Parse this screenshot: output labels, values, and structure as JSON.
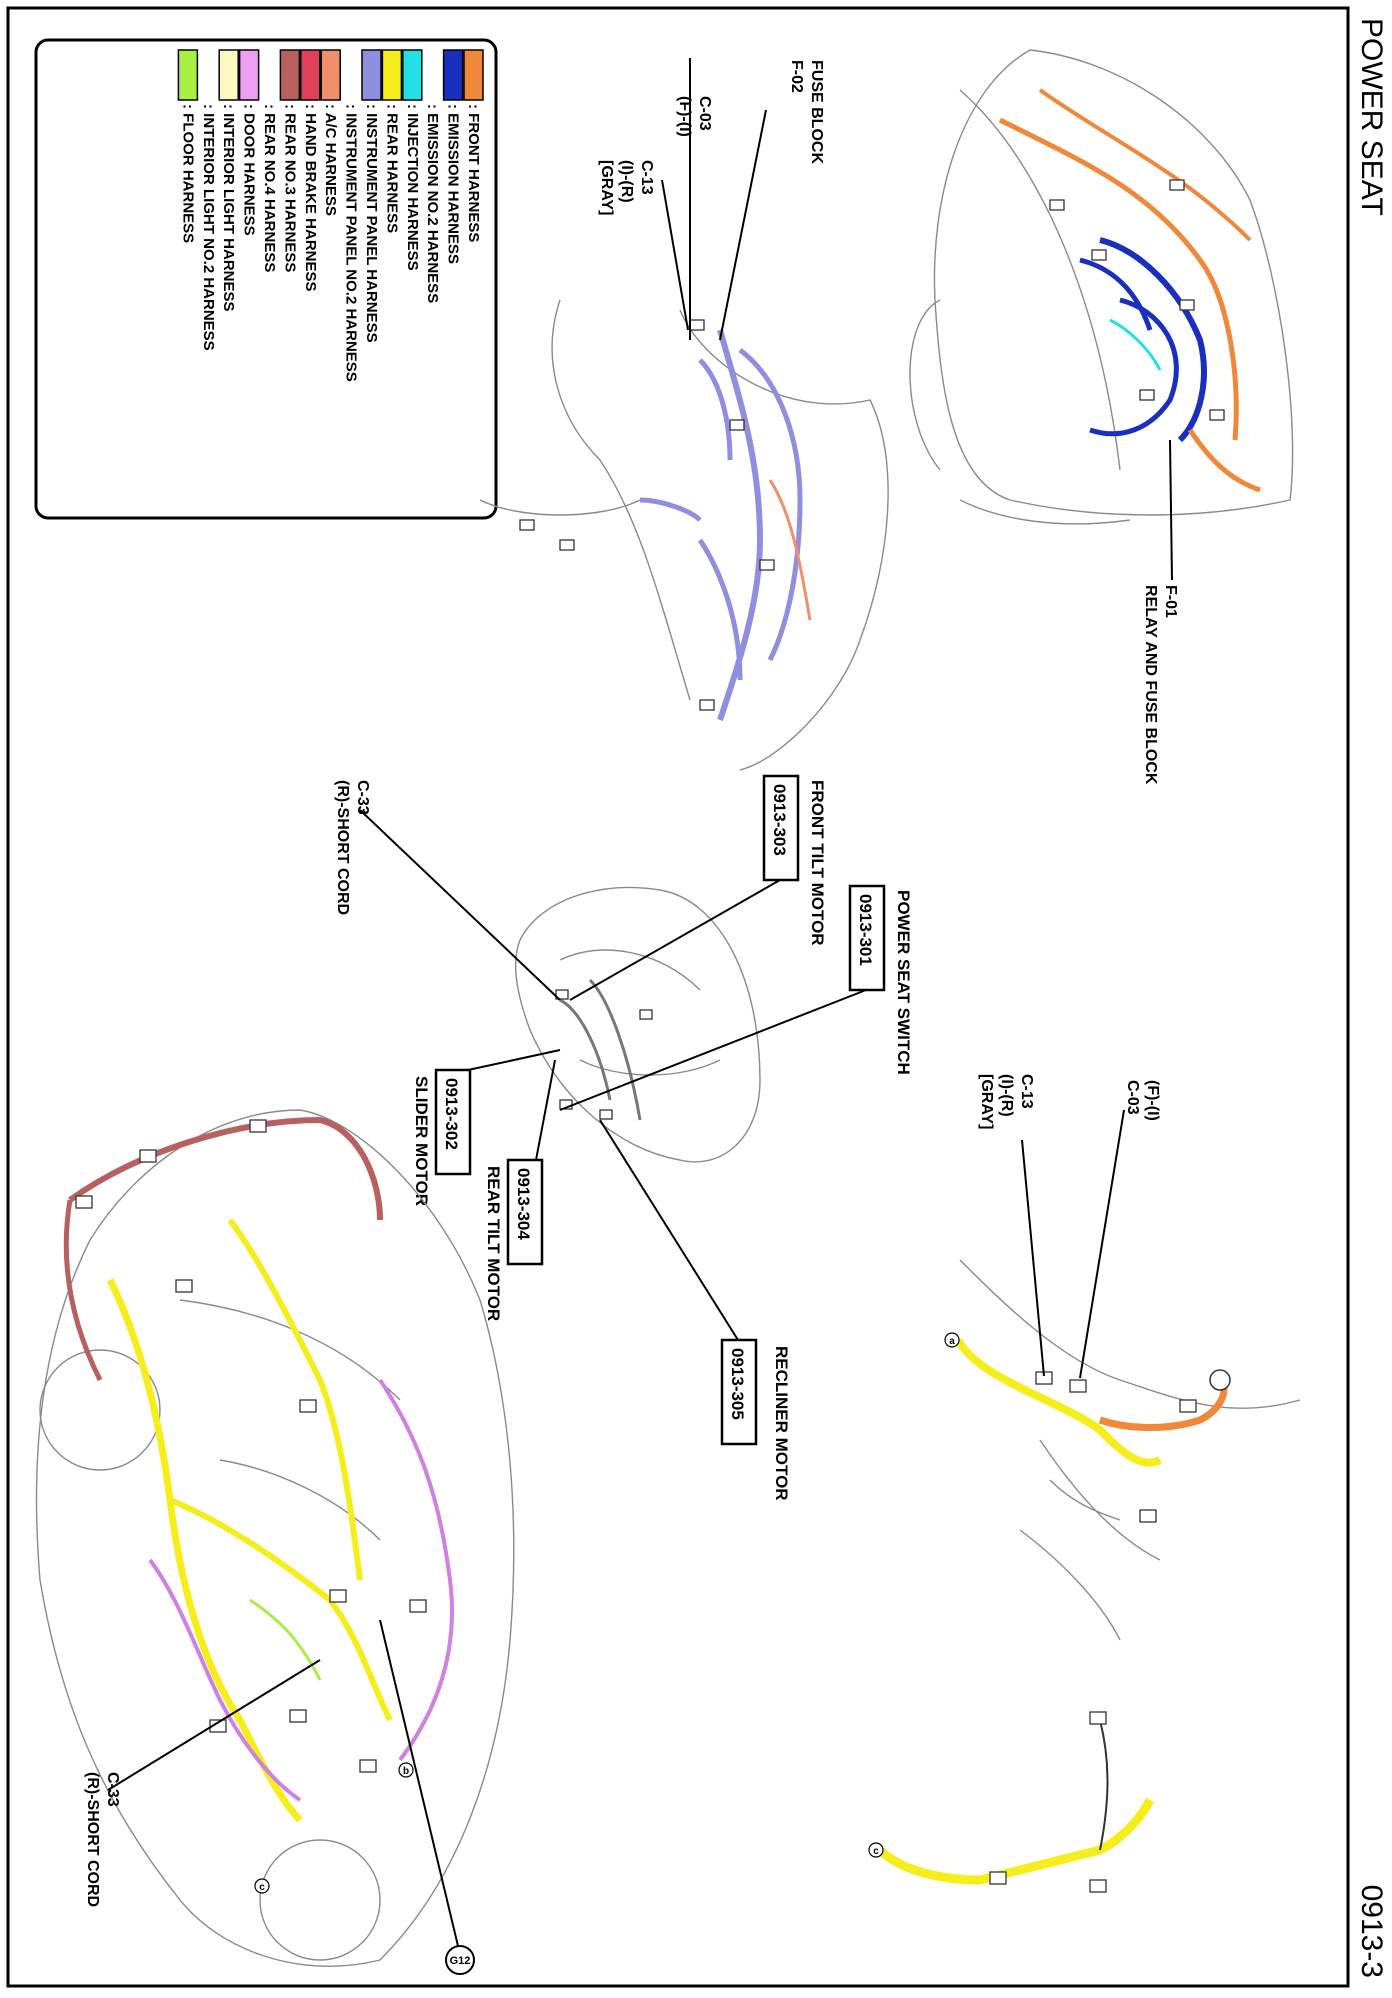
{
  "page_title": "POWER SEAT",
  "page_number": "0913-3",
  "legend": [
    {
      "label": ": FRONT HARNESS",
      "color": "#f0883a"
    },
    {
      "label": ": EMISSION HARNESS",
      "color": "#1a2fbf"
    },
    {
      "label": ": EMISSION NO.2 HARNESS",
      "color": null
    },
    {
      "label": ": INJECTION HARNESS",
      "color": "#22e0e6"
    },
    {
      "label": ": REAR HARNESS",
      "color": "#f6ee1c"
    },
    {
      "label": ": INSTRUMENT PANEL HARNESS",
      "color": "#8e8fe0"
    },
    {
      "label": ": INSTRUMENT PANEL NO.2 HARNESS",
      "color": null
    },
    {
      "label": ": A/C HARNESS",
      "color": "#f0906a"
    },
    {
      "label": ": HAND BRAKE HARNESS",
      "color": "#e0405a"
    },
    {
      "label": ": REAR NO.3 HARNESS",
      "color": "#b86060"
    },
    {
      "label": ": REAR NO.4 HARNESS",
      "color": null
    },
    {
      "label": ": DOOR HARNESS",
      "color": "#f0a0f0"
    },
    {
      "label": ": INTERIOR LIGHT HARNESS",
      "color": "#fdf8c0"
    },
    {
      "label": ": INTERIOR LIGHT NO.2 HARNESS",
      "color": null
    },
    {
      "label": ": FLOOR HARNESS",
      "color": "#a6f046"
    }
  ],
  "labels": {
    "fuse_block_name": "FUSE BLOCK",
    "fuse_block_code": "F-02",
    "c03_code": "C-03",
    "c03_sub": "(F)-(I)",
    "c13_code": "C-13",
    "c13_sub": "(I)-(R)",
    "c13_color": "[GRAY]",
    "relay_code": "F-01",
    "relay_name": "RELAY AND FUSE BLOCK",
    "c33_code": "C-33",
    "c33_name": "(R)-SHORT CORD",
    "c33b_code": "C-33",
    "c33b_name": "(R)-SHORT CORD",
    "front_tilt_code": "0913-303",
    "front_tilt_name": "FRONT TILT MOTOR",
    "power_switch_code": "0913-301",
    "power_switch_name": "POWER SEAT SWITCH",
    "slider_code": "0913-302",
    "slider_name": "SLIDER MOTOR",
    "rear_tilt_code": "0913-304",
    "rear_tilt_name": "REAR TILT MOTOR",
    "recliner_code": "0913-305",
    "recliner_name": "RECLINER MOTOR",
    "c03r_sub": "(F)-(I)",
    "c03r_code": "C-03",
    "c13r_code": "C-13",
    "c13r_sub": "(I)-(R)",
    "c13r_color": "[GRAY]",
    "ground": "G12",
    "mark_a": "a",
    "mark_b": "b",
    "mark_c": "c"
  }
}
